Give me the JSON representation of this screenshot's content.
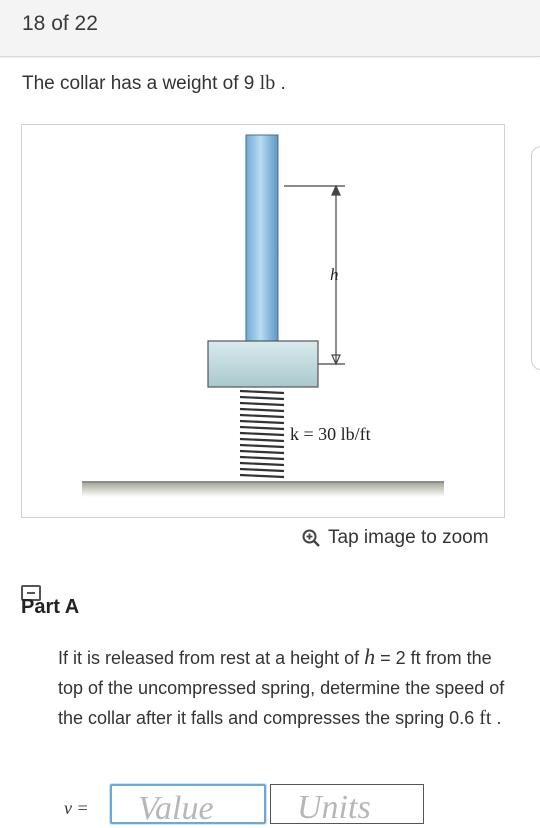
{
  "header": {
    "counter": "18 of 22"
  },
  "intro": {
    "prefix": "The collar has a weight of 9 ",
    "unit": "lb",
    "suffix": " ."
  },
  "figure": {
    "label_h": "h",
    "label_k": "k = 30 lb/ft",
    "colors": {
      "rod": "#8cbfe3",
      "collar": "#c6dde0",
      "ground": "#bdbdb0"
    }
  },
  "zoom": {
    "label": "Tap image to zoom",
    "icon": "zoom-in-icon"
  },
  "part": {
    "title": "Part A",
    "q1": "If it is released from rest at a height of ",
    "q_var": "h",
    "q2": " = 2 ft from the top of the uncompressed spring, determine the speed of the collar after it falls and compresses the spring 0.6 ",
    "q_unit": "ft",
    "q3": " ."
  },
  "answer": {
    "label": "v =",
    "value_placeholder": "Value",
    "units_placeholder": "Units"
  }
}
